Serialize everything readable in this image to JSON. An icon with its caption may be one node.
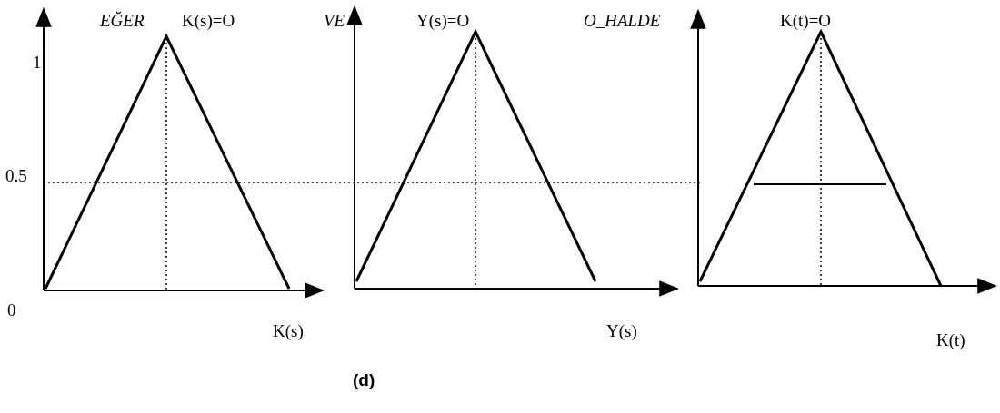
{
  "diagram": {
    "caption": "(d)",
    "labels": [
      "EĞER",
      "K(s)=O",
      "VE",
      "Y(s)=O",
      "O_HALDE",
      "K(t)=O",
      "1",
      "0.5",
      "0",
      "K(s)",
      "Y(s)",
      "K(t)"
    ]
  }
}
